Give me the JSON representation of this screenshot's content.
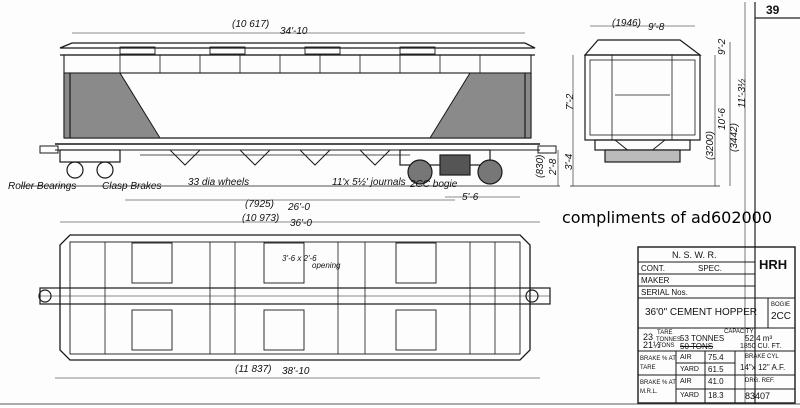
{
  "sheet_number": "39",
  "credit": "compliments of ad602000",
  "side_view": {
    "dim_length_metric": "(10 617)",
    "dim_length_imperial": "34'-10",
    "dim_centres_metric": "(7925)",
    "dim_centres_imperial": "26'-0",
    "dim_overall_metric": "(10 973)",
    "dim_overall_imperial": "36'-0",
    "dim_wheelbase": "5'-6",
    "dim_height_metric": "(830)",
    "dim_height_imperial": "2'-8",
    "dim_floor": "3'-4",
    "note_roller_bearings": "Roller Bearings",
    "note_clasp_brakes": "Clasp Brakes",
    "note_wheels": "33 dia wheels",
    "note_journals": "11'x 5½' journals",
    "note_bogie": "2CC bogie"
  },
  "end_view": {
    "dim_width_metric": "(1946)",
    "dim_width_imperial": "9'-8",
    "dim_top": "9'-2",
    "dim_side": "7'-2",
    "dim_h1": "10'-6",
    "dim_h1_metric": "(3200)",
    "dim_h2": "11'-3½",
    "dim_h2_metric": "(3442)"
  },
  "plan_view": {
    "dim_hatch": "3'-6 x 2'-6",
    "note_opening": "opening",
    "dim_length_metric": "(11 837)",
    "dim_length_imperial": "38'-10"
  },
  "title_block": {
    "railway": "N. S. W. R.",
    "cont_label": "CONT.",
    "spec_label": "SPEC.",
    "maker_label": "MAKER",
    "serial_label": "SERIAL Nos.",
    "class_code": "HRH",
    "title": "36'0\" CEMENT HOPPER",
    "bogie_label": "BOGIE",
    "bogie_value": "2CC",
    "tare_label": "TARE",
    "tonnes_label": "TONNES",
    "tons_label": "TONS",
    "tare_tonnes": "23",
    "tare_tons": "21½",
    "capacity_label": "CAPACITY",
    "capacity_tonnes": "53 TONNES",
    "capacity_tons": "50 TONS",
    "capacity_m3": "52.4 m³",
    "capacity_cuft": "1850 CU. FT.",
    "brake_tare_label": "BRAKE % AT TARE",
    "brake_mrl_label": "BRAKE % AT M.R.L.",
    "air_label": "AIR",
    "yard_label": "YARD",
    "air_tare": "75.4",
    "yard_tare": "61.5",
    "air_mrl": "41.0",
    "yard_mrl": "18.3",
    "brake_cyl_label": "BRAKE CYL",
    "brake_cyl_value": "14\"x 12\" A.F.",
    "drg_ref_label": "DRG. REF.",
    "drg_ref_value": "83407"
  }
}
